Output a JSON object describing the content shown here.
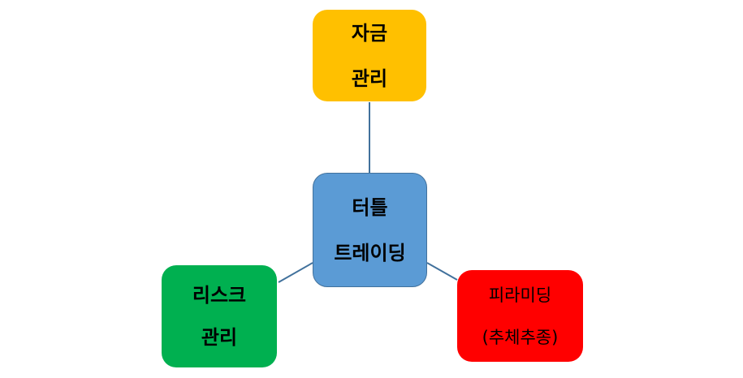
{
  "nodes": {
    "center": {
      "line1": "터틀",
      "line2": "트레이딩",
      "color": "#5B9BD5",
      "border": "#41719C"
    },
    "top": {
      "line1": "자금",
      "line2": "관리",
      "color": "#FFC000"
    },
    "left": {
      "line1": "리스크",
      "line2": "관리",
      "color": "#00B050"
    },
    "right": {
      "line1": "피라미딩",
      "line2": "(추체추종)",
      "color": "#FF0000"
    }
  },
  "connector_color": "#41719C"
}
